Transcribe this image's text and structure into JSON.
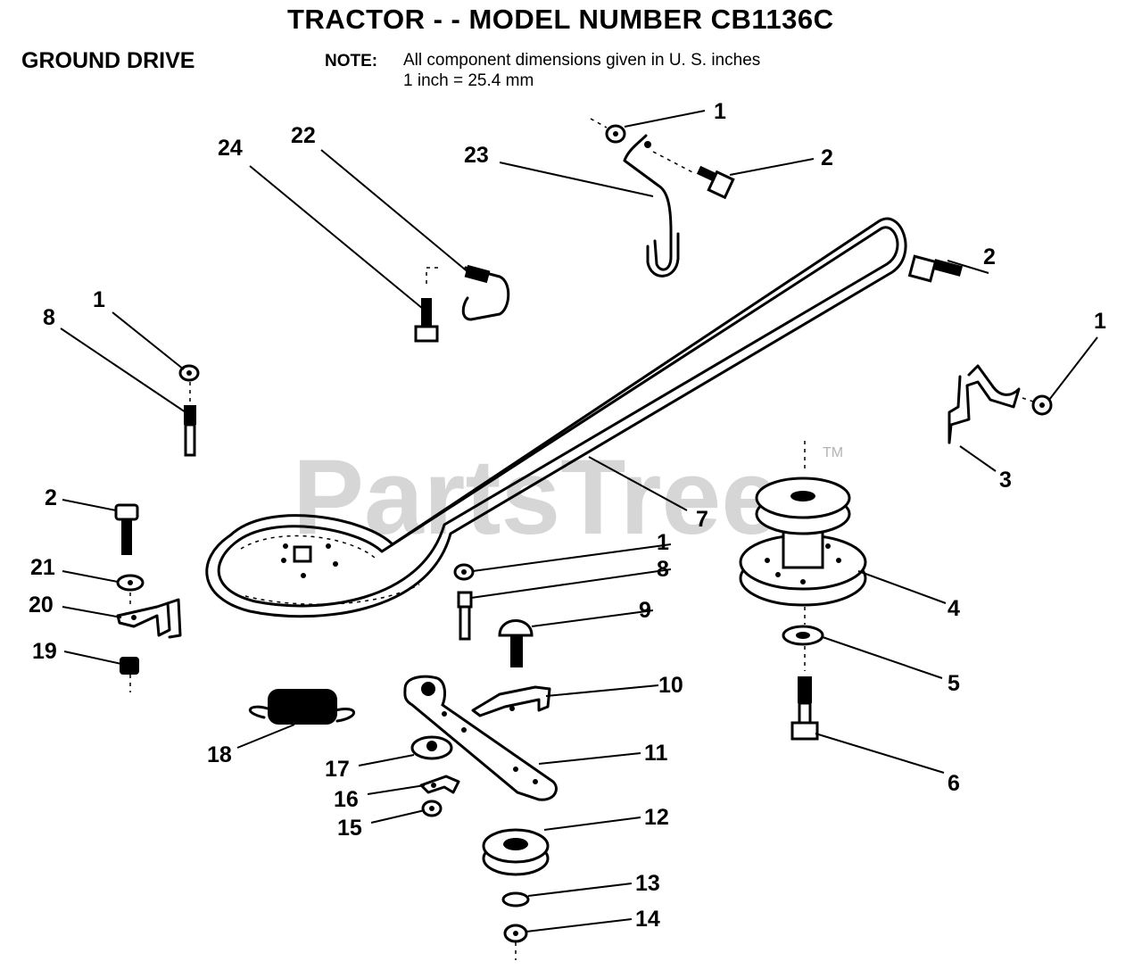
{
  "title": "TRACTOR - - MODEL NUMBER CB1136C",
  "section": "GROUND DRIVE",
  "note": {
    "label": "NOTE:",
    "line1": "All component dimensions given in U. S. inches",
    "line2": "1 inch = 25.4 mm"
  },
  "watermark": {
    "text": "PartsTree",
    "tm": "TM"
  },
  "callouts": {
    "c1_top": "1",
    "c2_top": "2",
    "c23": "23",
    "c24": "24",
    "c22": "22",
    "c2_right": "2",
    "c1_right": "1",
    "c3": "3",
    "c1_left": "1",
    "c8_left": "8",
    "c2_left": "2",
    "c21": "21",
    "c20": "20",
    "c19": "19",
    "c7": "7",
    "c1_mid": "1",
    "c8_mid": "8",
    "c9": "9",
    "c4": "4",
    "c5": "5",
    "c10": "10",
    "c6": "6",
    "c18": "18",
    "c11": "11",
    "c17": "17",
    "c16": "16",
    "c15": "15",
    "c12": "12",
    "c13": "13",
    "c14": "14"
  }
}
